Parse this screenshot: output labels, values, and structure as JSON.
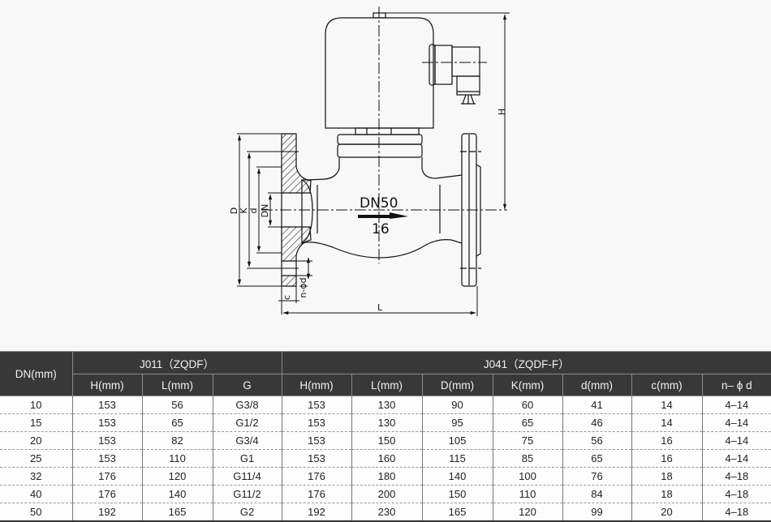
{
  "drawing": {
    "labels": {
      "dn_marking": "DN50",
      "pn_marking": "16",
      "dim_H": "H",
      "dim_L": "L",
      "dim_D": "D",
      "dim_K": "K",
      "dim_d": "d",
      "dim_DN": "DN",
      "dim_c": "c",
      "dim_n_phi_d": "n-ϕd"
    }
  },
  "table": {
    "header_top": {
      "dn": "DN(mm)",
      "group_j011": "J011（ZQDF）",
      "group_j041": "J041（ZQDF-F）"
    },
    "columns_j011": [
      "H(mm)",
      "L(mm)",
      "G"
    ],
    "columns_j041": [
      "H(mm)",
      "L(mm)",
      "D(mm)",
      "K(mm)",
      "d(mm)",
      "c(mm)",
      "n– ϕ d"
    ],
    "rows": [
      [
        "10",
        "153",
        "56",
        "G3/8",
        "153",
        "130",
        "90",
        "60",
        "41",
        "14",
        "4–14"
      ],
      [
        "15",
        "153",
        "65",
        "G1/2",
        "153",
        "130",
        "95",
        "65",
        "46",
        "14",
        "4–14"
      ],
      [
        "20",
        "153",
        "82",
        "G3/4",
        "153",
        "150",
        "105",
        "75",
        "56",
        "16",
        "4–14"
      ],
      [
        "25",
        "153",
        "110",
        "G1",
        "153",
        "160",
        "115",
        "85",
        "65",
        "16",
        "4–14"
      ],
      [
        "32",
        "176",
        "120",
        "G11/4",
        "176",
        "180",
        "140",
        "100",
        "76",
        "18",
        "4–18"
      ],
      [
        "40",
        "176",
        "140",
        "G11/2",
        "176",
        "200",
        "150",
        "110",
        "84",
        "18",
        "4–18"
      ],
      [
        "50",
        "192",
        "165",
        "G2",
        "192",
        "230",
        "165",
        "120",
        "99",
        "20",
        "4–18"
      ]
    ]
  }
}
